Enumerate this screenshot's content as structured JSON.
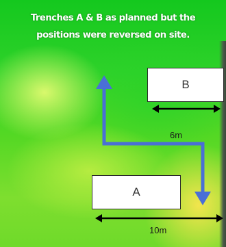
{
  "caption": {
    "line1": "Trenches A & B as planned but the",
    "line2": "positions were reversed on site."
  },
  "trenches": {
    "a_label": "A",
    "b_label": "B"
  },
  "dimensions": {
    "b_width_label": "6m",
    "a_width_label": "10m"
  },
  "colors": {
    "arrow": "#4a6fd6",
    "dimension_line": "#000000",
    "caption_text": "#ffffff"
  }
}
